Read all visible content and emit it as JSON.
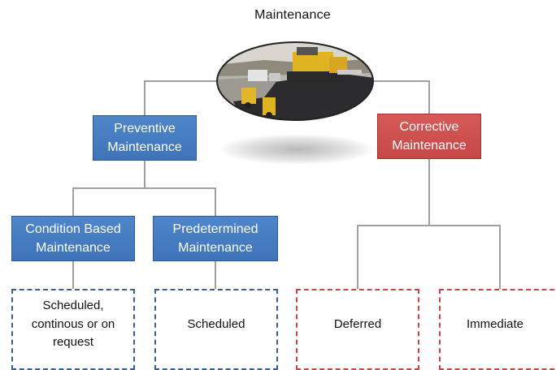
{
  "title": "Maintenance",
  "image": {
    "alt": "road paving machinery icon"
  },
  "nodes": {
    "preventive": {
      "line1": "Preventive",
      "line2": "Maintenance"
    },
    "corrective": {
      "line1": "Corrective",
      "line2": "Maintenance"
    },
    "condition_based": {
      "line1": "Condition Based",
      "line2": "Maintenance"
    },
    "predetermined": {
      "line1": "Predetermined",
      "line2": "Maintenance"
    }
  },
  "leaves": {
    "scheduled_continuous": {
      "line1": "Scheduled,",
      "line2": "continous or on",
      "line3": "request"
    },
    "scheduled": "Scheduled",
    "deferred": "Deferred",
    "immediate": "Immediate"
  },
  "colors": {
    "blue_box": "#4a7fc1",
    "red_box": "#cc504e",
    "connector": "#a0a0a0",
    "blue_dash": "#3c5f8e",
    "red_dash": "#c24a46"
  }
}
